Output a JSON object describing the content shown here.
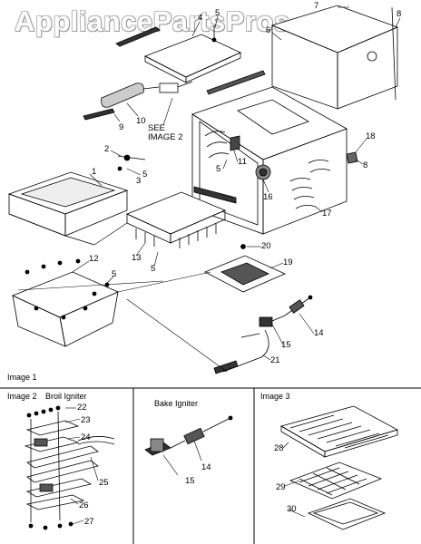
{
  "watermark": "AppliancePartsPros.com",
  "callouts": {
    "see_image": "SEE\nIMAGE 2",
    "parts": [
      "1",
      "2",
      "3",
      "4",
      "5",
      "6",
      "7",
      "8",
      "9",
      "10",
      "11",
      "12",
      "13",
      "14",
      "15",
      "16",
      "17",
      "18",
      "19",
      "20",
      "21"
    ],
    "image2_parts": [
      "22",
      "23",
      "24",
      "25",
      "26",
      "27"
    ],
    "bake_parts": [
      "14",
      "15"
    ],
    "image3_parts": [
      "28",
      "29",
      "30"
    ]
  },
  "panels": {
    "image1": "Image 1",
    "image2": "Image 2",
    "broil_igniter": "Broil Igniter",
    "bake_igniter": "Bake Igniter",
    "image3": "Image 3"
  }
}
